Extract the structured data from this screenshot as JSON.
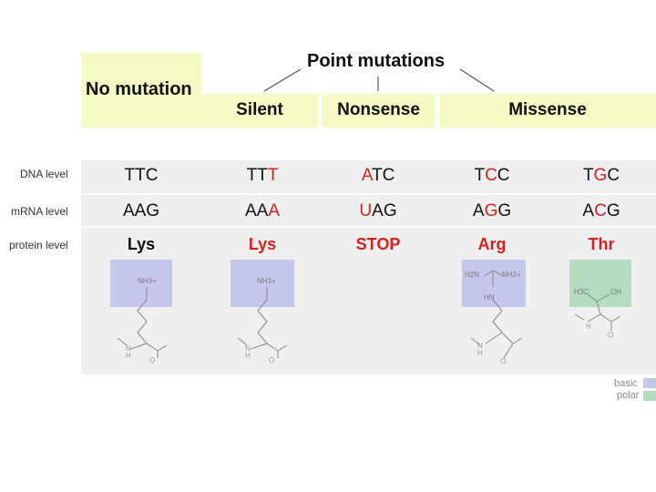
{
  "header": {
    "point_mutations": "Point mutations",
    "no_mutation": "No mutation",
    "silent": "Silent",
    "nonsense": "Nonsense",
    "missense": "Missense"
  },
  "row_labels": {
    "dna": "DNA level",
    "mrna": "mRNA level",
    "protein": "protein level"
  },
  "columns": [
    {
      "dna": [
        "TTC",
        ""
      ],
      "mrna": [
        "AAG",
        ""
      ],
      "protein": "Lys",
      "protein_mutated": false
    },
    {
      "dna": [
        "TT",
        "T",
        ""
      ],
      "mrna": [
        "AA",
        "A",
        ""
      ],
      "protein": "Lys",
      "protein_mutated": true
    },
    {
      "dna": [
        "",
        "A",
        "TC"
      ],
      "mrna": [
        "",
        "U",
        "AG"
      ],
      "protein": "STOP",
      "protein_mutated": true
    },
    {
      "dna": [
        "T",
        "C",
        "C"
      ],
      "mrna": [
        "A",
        "G",
        "G"
      ],
      "protein": "Arg",
      "protein_mutated": true
    },
    {
      "dna": [
        "T",
        "G",
        "C"
      ],
      "mrna": [
        "A",
        "C",
        "G"
      ],
      "protein": "Thr",
      "protein_mutated": true
    }
  ],
  "structure_labels": {
    "lys_amine": "NH3+",
    "arg_left": "H2N",
    "arg_right": "NH2+",
    "arg_hn": "HN",
    "thr_ch3": "H3C",
    "thr_oh": "OH",
    "backbone_n": "N",
    "backbone_h": "H",
    "backbone_o": "O"
  },
  "legend": {
    "basic": "basic",
    "polar": "polar",
    "basic_color": "#c5c8ec",
    "polar_color": "#b6dcbf"
  },
  "colors": {
    "mutation": "#d81e1e",
    "header_box": "#f7f9c4"
  }
}
